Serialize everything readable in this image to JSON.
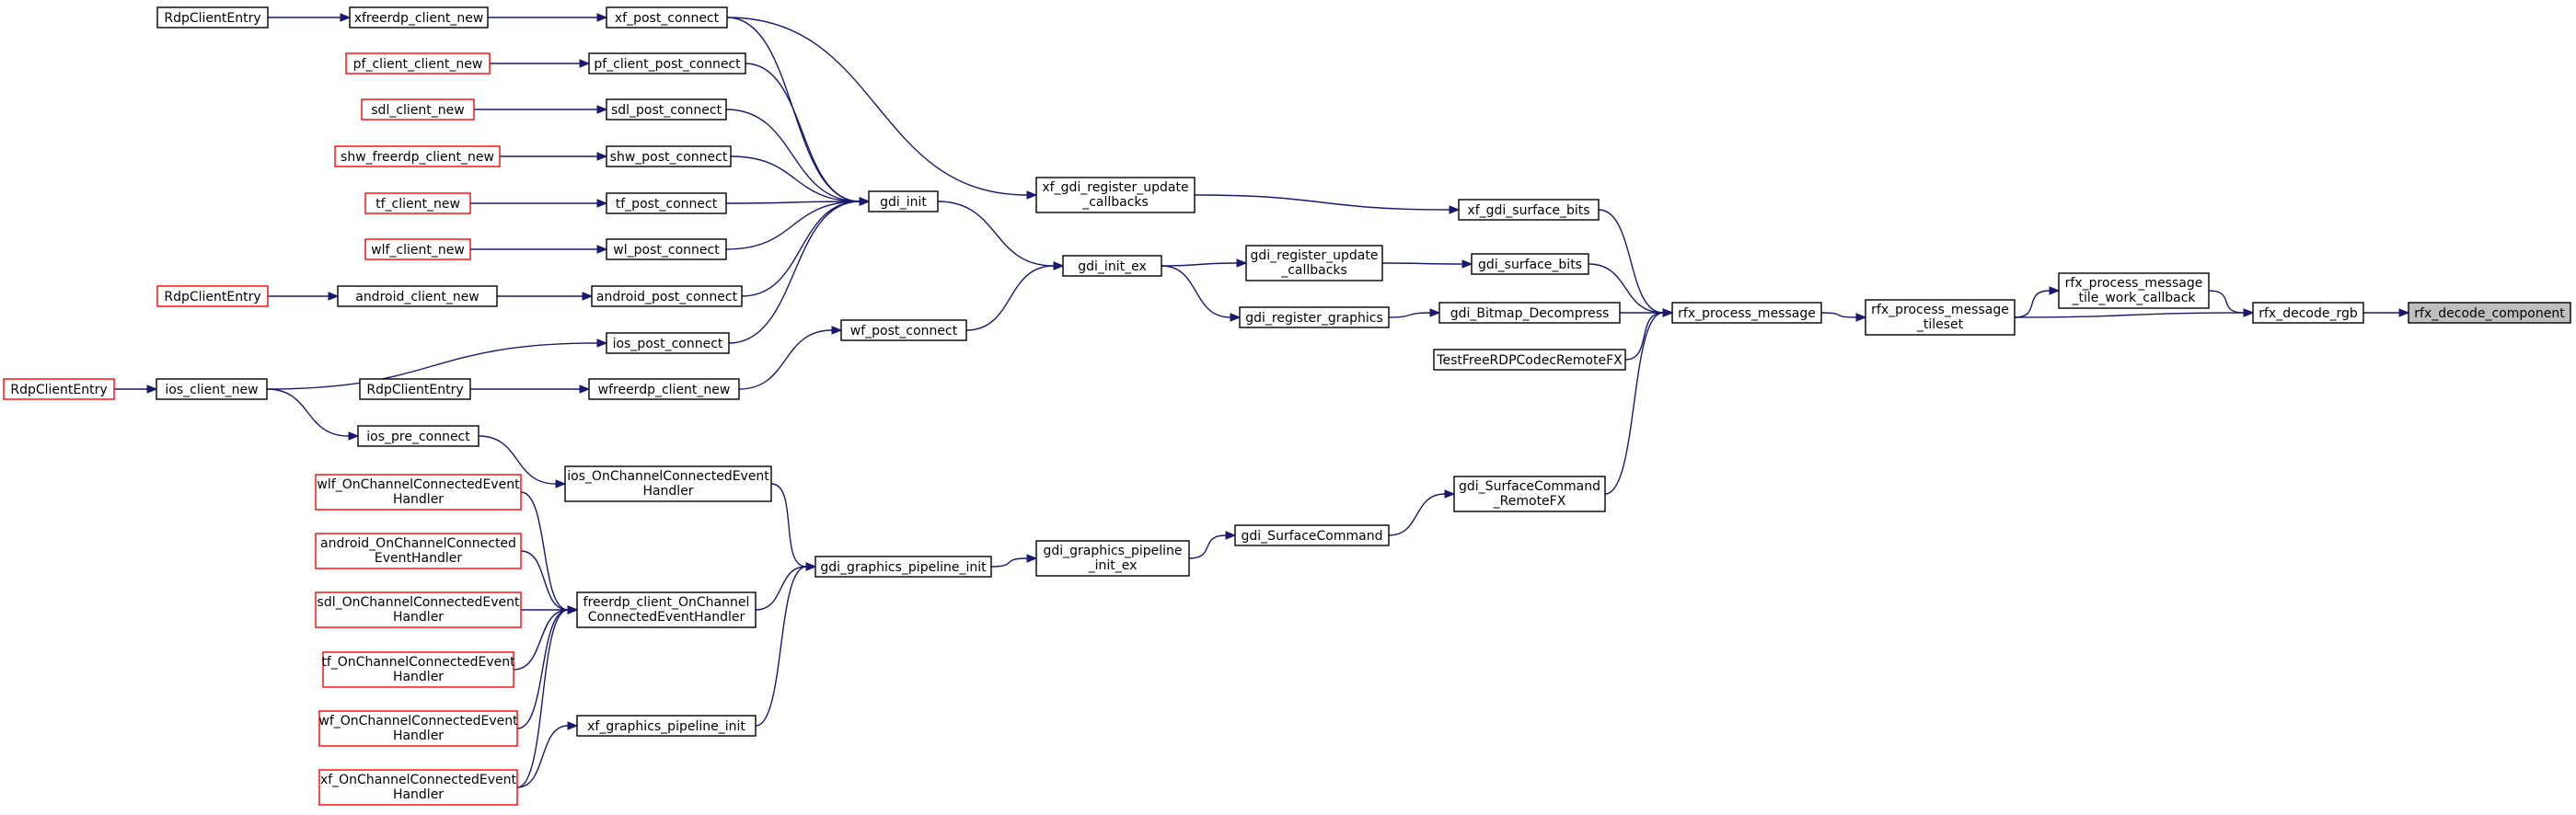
{
  "diagram": {
    "nodes": [
      {
        "id": "n_RdpClientEntry_1",
        "lines": [
          "RdpClientEntry"
        ],
        "style": "black"
      },
      {
        "id": "n_xfreerdp_client_new",
        "lines": [
          "xfreerdp_client_new"
        ],
        "style": "black"
      },
      {
        "id": "n_xf_post_connect",
        "lines": [
          "xf_post_connect"
        ],
        "style": "black"
      },
      {
        "id": "n_pf_client_client_new",
        "lines": [
          "pf_client_client_new"
        ],
        "style": "red"
      },
      {
        "id": "n_pf_client_post_connect",
        "lines": [
          "pf_client_post_connect"
        ],
        "style": "black"
      },
      {
        "id": "n_sdl_client_new",
        "lines": [
          "sdl_client_new"
        ],
        "style": "red"
      },
      {
        "id": "n_sdl_post_connect",
        "lines": [
          "sdl_post_connect"
        ],
        "style": "black"
      },
      {
        "id": "n_shw_freerdp_client_new",
        "lines": [
          "shw_freerdp_client_new"
        ],
        "style": "red"
      },
      {
        "id": "n_shw_post_connect",
        "lines": [
          "shw_post_connect"
        ],
        "style": "black"
      },
      {
        "id": "n_tf_client_new",
        "lines": [
          "tf_client_new"
        ],
        "style": "red"
      },
      {
        "id": "n_tf_post_connect",
        "lines": [
          "tf_post_connect"
        ],
        "style": "black"
      },
      {
        "id": "n_wlf_client_new",
        "lines": [
          "wlf_client_new"
        ],
        "style": "red"
      },
      {
        "id": "n_wl_post_connect",
        "lines": [
          "wl_post_connect"
        ],
        "style": "black"
      },
      {
        "id": "n_RdpClientEntry_2",
        "lines": [
          "RdpClientEntry"
        ],
        "style": "red"
      },
      {
        "id": "n_android_client_new",
        "lines": [
          "android_client_new"
        ],
        "style": "black"
      },
      {
        "id": "n_android_post_connect",
        "lines": [
          "android_post_connect"
        ],
        "style": "black"
      },
      {
        "id": "n_RdpClientEntry_3",
        "lines": [
          "RdpClientEntry"
        ],
        "style": "red"
      },
      {
        "id": "n_ios_client_new",
        "lines": [
          "ios_client_new"
        ],
        "style": "black"
      },
      {
        "id": "n_ios_post_connect",
        "lines": [
          "ios_post_connect"
        ],
        "style": "black"
      },
      {
        "id": "n_RdpClientEntry_4",
        "lines": [
          "RdpClientEntry"
        ],
        "style": "black"
      },
      {
        "id": "n_wfreerdp_client_new",
        "lines": [
          "wfreerdp_client_new"
        ],
        "style": "black"
      },
      {
        "id": "n_ios_pre_connect",
        "lines": [
          "ios_pre_connect"
        ],
        "style": "black"
      },
      {
        "id": "n_ios_OnChannelConnected",
        "lines": [
          "ios_OnChannelConnectedEvent",
          "Handler"
        ],
        "style": "black"
      },
      {
        "id": "n_wlf_OnChannelConnected",
        "lines": [
          "wlf_OnChannelConnectedEvent",
          "Handler"
        ],
        "style": "red"
      },
      {
        "id": "n_android_OnChannelConnected",
        "lines": [
          "android_OnChannelConnected",
          "EventHandler"
        ],
        "style": "red"
      },
      {
        "id": "n_sdl_OnChannelConnected",
        "lines": [
          "sdl_OnChannelConnectedEvent",
          "Handler"
        ],
        "style": "red"
      },
      {
        "id": "n_tf_OnChannelConnected",
        "lines": [
          "tf_OnChannelConnectedEvent",
          "Handler"
        ],
        "style": "red"
      },
      {
        "id": "n_wf_OnChannelConnected",
        "lines": [
          "wf_OnChannelConnectedEvent",
          "Handler"
        ],
        "style": "red"
      },
      {
        "id": "n_xf_OnChannelConnected",
        "lines": [
          "xf_OnChannelConnectedEvent",
          "Handler"
        ],
        "style": "red"
      },
      {
        "id": "n_freerdp_client_OnChannel",
        "lines": [
          "freerdp_client_OnChannel",
          "ConnectedEventHandler"
        ],
        "style": "black"
      },
      {
        "id": "n_xf_graphics_pipeline_init",
        "lines": [
          "xf_graphics_pipeline_init"
        ],
        "style": "black"
      },
      {
        "id": "n_gdi_init",
        "lines": [
          "gdi_init"
        ],
        "style": "black"
      },
      {
        "id": "n_wf_post_connect",
        "lines": [
          "wf_post_connect"
        ],
        "style": "black"
      },
      {
        "id": "n_gdi_graphics_pipeline_init",
        "lines": [
          "gdi_graphics_pipeline_init"
        ],
        "style": "black"
      },
      {
        "id": "n_xf_gdi_register_update",
        "lines": [
          "xf_gdi_register_update",
          "_callbacks"
        ],
        "style": "black"
      },
      {
        "id": "n_gdi_init_ex",
        "lines": [
          "gdi_init_ex"
        ],
        "style": "black"
      },
      {
        "id": "n_gdi_graphics_pipeline_init_ex",
        "lines": [
          "gdi_graphics_pipeline",
          "_init_ex"
        ],
        "style": "black"
      },
      {
        "id": "n_gdi_register_update",
        "lines": [
          "gdi_register_update",
          "_callbacks"
        ],
        "style": "black"
      },
      {
        "id": "n_gdi_register_graphics",
        "lines": [
          "gdi_register_graphics"
        ],
        "style": "black"
      },
      {
        "id": "n_gdi_SurfaceCommand",
        "lines": [
          "gdi_SurfaceCommand"
        ],
        "style": "black"
      },
      {
        "id": "n_xf_gdi_surface_bits",
        "lines": [
          "xf_gdi_surface_bits"
        ],
        "style": "black"
      },
      {
        "id": "n_gdi_surface_bits",
        "lines": [
          "gdi_surface_bits"
        ],
        "style": "black"
      },
      {
        "id": "n_gdi_Bitmap_Decompress",
        "lines": [
          "gdi_Bitmap_Decompress"
        ],
        "style": "black"
      },
      {
        "id": "n_TestFreeRDPCodecRemoteFX",
        "lines": [
          "TestFreeRDPCodecRemoteFX"
        ],
        "style": "black"
      },
      {
        "id": "n_gdi_SurfaceCommand_RemoteFX",
        "lines": [
          "gdi_SurfaceCommand",
          "_RemoteFX"
        ],
        "style": "black"
      },
      {
        "id": "n_rfx_process_message",
        "lines": [
          "rfx_process_message"
        ],
        "style": "black"
      },
      {
        "id": "n_rfx_process_message_tileset",
        "lines": [
          "rfx_process_message",
          "_tileset"
        ],
        "style": "black"
      },
      {
        "id": "n_rfx_process_message_tile_work",
        "lines": [
          "rfx_process_message",
          "_tile_work_callback"
        ],
        "style": "black"
      },
      {
        "id": "n_rfx_decode_rgb",
        "lines": [
          "rfx_decode_rgb"
        ],
        "style": "black"
      },
      {
        "id": "n_rfx_decode_component",
        "lines": [
          "rfx_decode_component"
        ],
        "style": "focus"
      }
    ],
    "edges": [
      [
        "n_RdpClientEntry_1",
        "n_xfreerdp_client_new"
      ],
      [
        "n_xfreerdp_client_new",
        "n_xf_post_connect"
      ],
      [
        "n_xf_post_connect",
        "n_gdi_init"
      ],
      [
        "n_xf_post_connect",
        "n_xf_gdi_register_update"
      ],
      [
        "n_pf_client_client_new",
        "n_pf_client_post_connect"
      ],
      [
        "n_pf_client_post_connect",
        "n_gdi_init"
      ],
      [
        "n_sdl_client_new",
        "n_sdl_post_connect"
      ],
      [
        "n_sdl_post_connect",
        "n_gdi_init"
      ],
      [
        "n_shw_freerdp_client_new",
        "n_shw_post_connect"
      ],
      [
        "n_shw_post_connect",
        "n_gdi_init"
      ],
      [
        "n_tf_client_new",
        "n_tf_post_connect"
      ],
      [
        "n_tf_post_connect",
        "n_gdi_init"
      ],
      [
        "n_wlf_client_new",
        "n_wl_post_connect"
      ],
      [
        "n_wl_post_connect",
        "n_gdi_init"
      ],
      [
        "n_RdpClientEntry_2",
        "n_android_client_new"
      ],
      [
        "n_android_client_new",
        "n_android_post_connect"
      ],
      [
        "n_android_post_connect",
        "n_gdi_init"
      ],
      [
        "n_RdpClientEntry_3",
        "n_ios_client_new"
      ],
      [
        "n_ios_client_new",
        "n_ios_post_connect"
      ],
      [
        "n_ios_client_new",
        "n_ios_pre_connect"
      ],
      [
        "n_ios_post_connect",
        "n_gdi_init"
      ],
      [
        "n_RdpClientEntry_4",
        "n_wfreerdp_client_new"
      ],
      [
        "n_wfreerdp_client_new",
        "n_wf_post_connect"
      ],
      [
        "n_ios_pre_connect",
        "n_ios_OnChannelConnected"
      ],
      [
        "n_ios_OnChannelConnected",
        "n_gdi_graphics_pipeline_init"
      ],
      [
        "n_wlf_OnChannelConnected",
        "n_freerdp_client_OnChannel"
      ],
      [
        "n_android_OnChannelConnected",
        "n_freerdp_client_OnChannel"
      ],
      [
        "n_sdl_OnChannelConnected",
        "n_freerdp_client_OnChannel"
      ],
      [
        "n_tf_OnChannelConnected",
        "n_freerdp_client_OnChannel"
      ],
      [
        "n_wf_OnChannelConnected",
        "n_freerdp_client_OnChannel"
      ],
      [
        "n_xf_OnChannelConnected",
        "n_freerdp_client_OnChannel"
      ],
      [
        "n_xf_OnChannelConnected",
        "n_xf_graphics_pipeline_init"
      ],
      [
        "n_freerdp_client_OnChannel",
        "n_gdi_graphics_pipeline_init"
      ],
      [
        "n_xf_graphics_pipeline_init",
        "n_gdi_graphics_pipeline_init"
      ],
      [
        "n_gdi_init",
        "n_gdi_init_ex"
      ],
      [
        "n_wf_post_connect",
        "n_gdi_init_ex"
      ],
      [
        "n_gdi_graphics_pipeline_init",
        "n_gdi_graphics_pipeline_init_ex"
      ],
      [
        "n_xf_gdi_register_update",
        "n_xf_gdi_surface_bits"
      ],
      [
        "n_gdi_init_ex",
        "n_gdi_register_update"
      ],
      [
        "n_gdi_init_ex",
        "n_gdi_register_graphics"
      ],
      [
        "n_gdi_graphics_pipeline_init_ex",
        "n_gdi_SurfaceCommand"
      ],
      [
        "n_gdi_register_update",
        "n_gdi_surface_bits"
      ],
      [
        "n_gdi_register_graphics",
        "n_gdi_Bitmap_Decompress"
      ],
      [
        "n_gdi_SurfaceCommand",
        "n_gdi_SurfaceCommand_RemoteFX"
      ],
      [
        "n_xf_gdi_surface_bits",
        "n_rfx_process_message"
      ],
      [
        "n_gdi_surface_bits",
        "n_rfx_process_message"
      ],
      [
        "n_gdi_Bitmap_Decompress",
        "n_rfx_process_message"
      ],
      [
        "n_TestFreeRDPCodecRemoteFX",
        "n_rfx_process_message"
      ],
      [
        "n_gdi_SurfaceCommand_RemoteFX",
        "n_rfx_process_message"
      ],
      [
        "n_rfx_process_message",
        "n_rfx_process_message_tileset"
      ],
      [
        "n_rfx_process_message_tileset",
        "n_rfx_process_message_tile_work"
      ],
      [
        "n_rfx_process_message_tileset",
        "n_rfx_decode_rgb"
      ],
      [
        "n_rfx_process_message_tile_work",
        "n_rfx_decode_rgb"
      ],
      [
        "n_rfx_decode_rgb",
        "n_rfx_decode_component"
      ]
    ]
  }
}
